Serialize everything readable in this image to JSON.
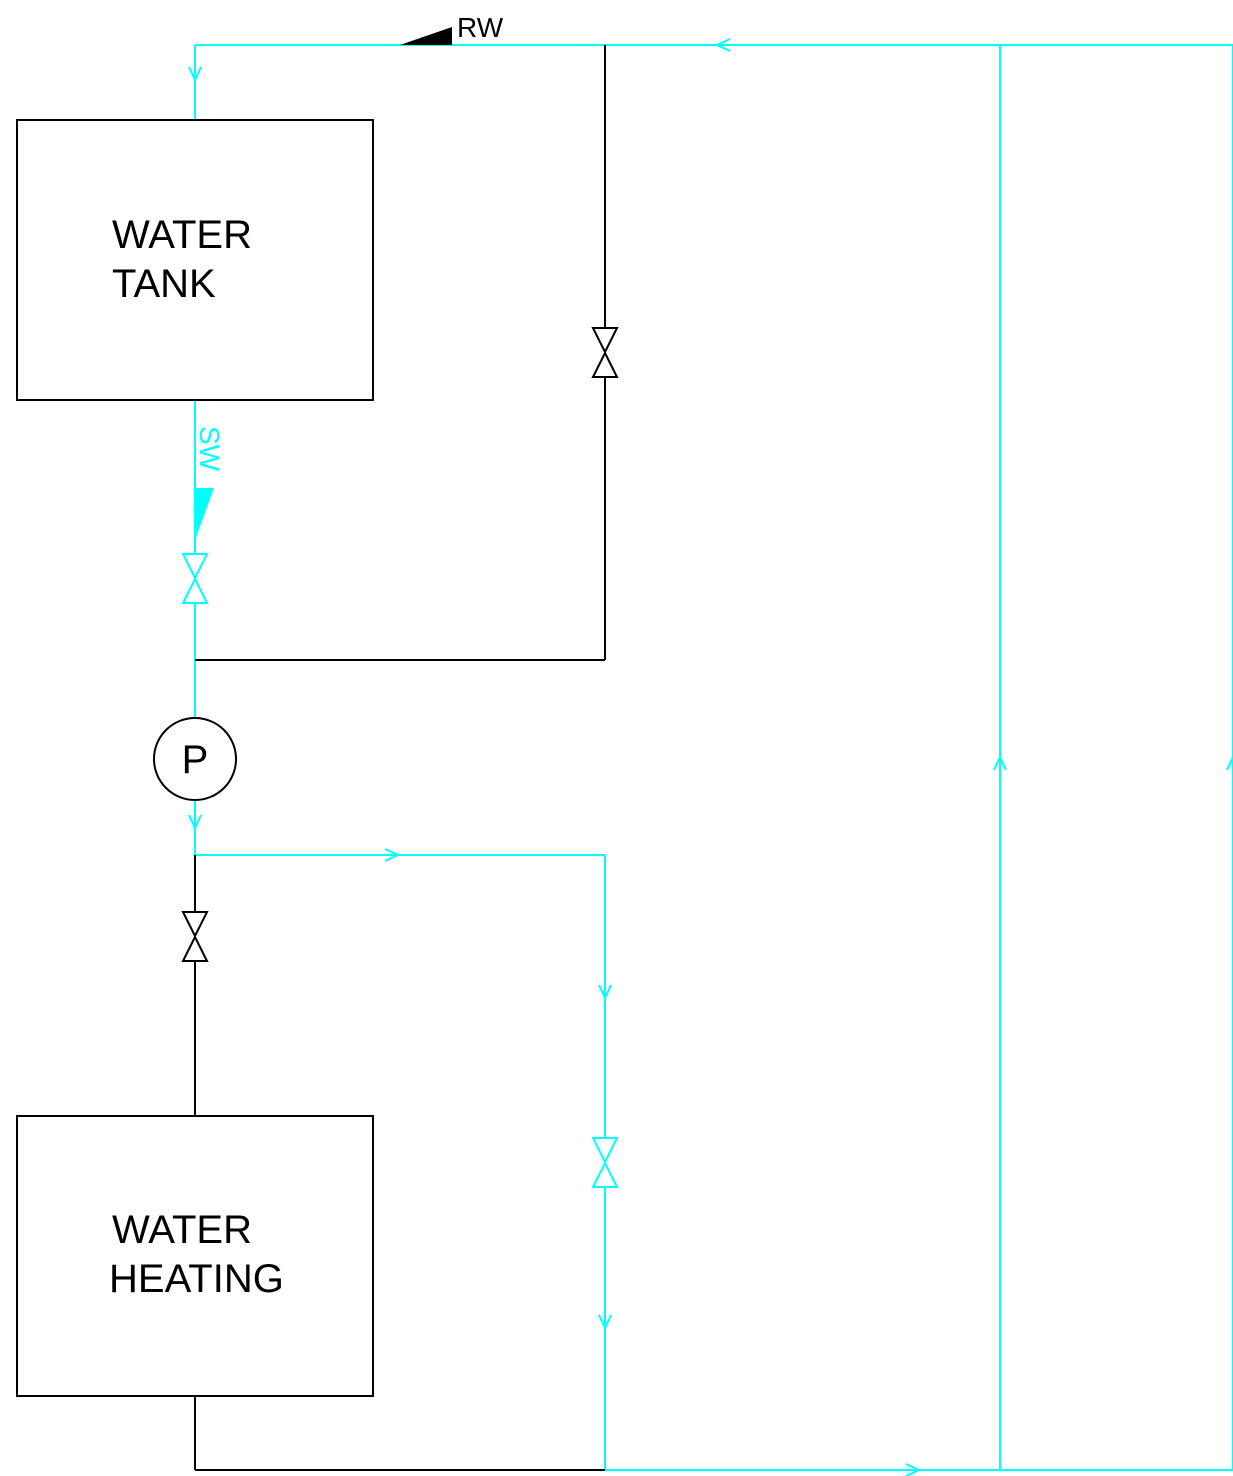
{
  "diagram": {
    "equipment": {
      "water_tank": {
        "line1": "WATER",
        "line2": "TANK"
      },
      "water_heating": {
        "line1": "WATER",
        "line2": "HEATING"
      },
      "pump": {
        "label": "P"
      }
    },
    "line_tags": {
      "return_water": "RW",
      "supply_water": "SW"
    },
    "colors": {
      "supply_line": "#00ffff",
      "return_line": "#000000",
      "return_tag": "#000000",
      "supply_tag": "#00ffff"
    },
    "valves": [
      {
        "name": "bypass-valve",
        "line": "black"
      },
      {
        "name": "tank-outlet-valve",
        "line": "cyan"
      },
      {
        "name": "heater-valve",
        "line": "black"
      },
      {
        "name": "branch-valve",
        "line": "cyan"
      }
    ]
  }
}
